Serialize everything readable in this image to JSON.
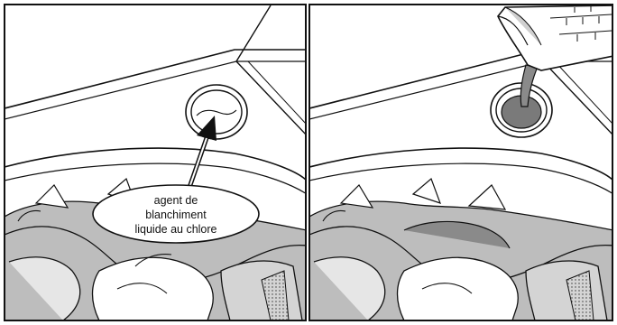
{
  "panels": [
    {
      "id": "left",
      "callout": {
        "lines": [
          "agent de",
          "blanchiment",
          "liquide au chlore"
        ]
      }
    },
    {
      "id": "right"
    }
  ],
  "colors": {
    "line": "#111111",
    "panel_bg": "#ffffff",
    "laundry_gray": "#bdbdbd",
    "dark_gray": "#8a8a8a",
    "bleach_pool": "#7a7a7a"
  },
  "icons": {
    "left_arrow": "arrow-up-icon",
    "right_cup": "measuring-cup-icon"
  }
}
